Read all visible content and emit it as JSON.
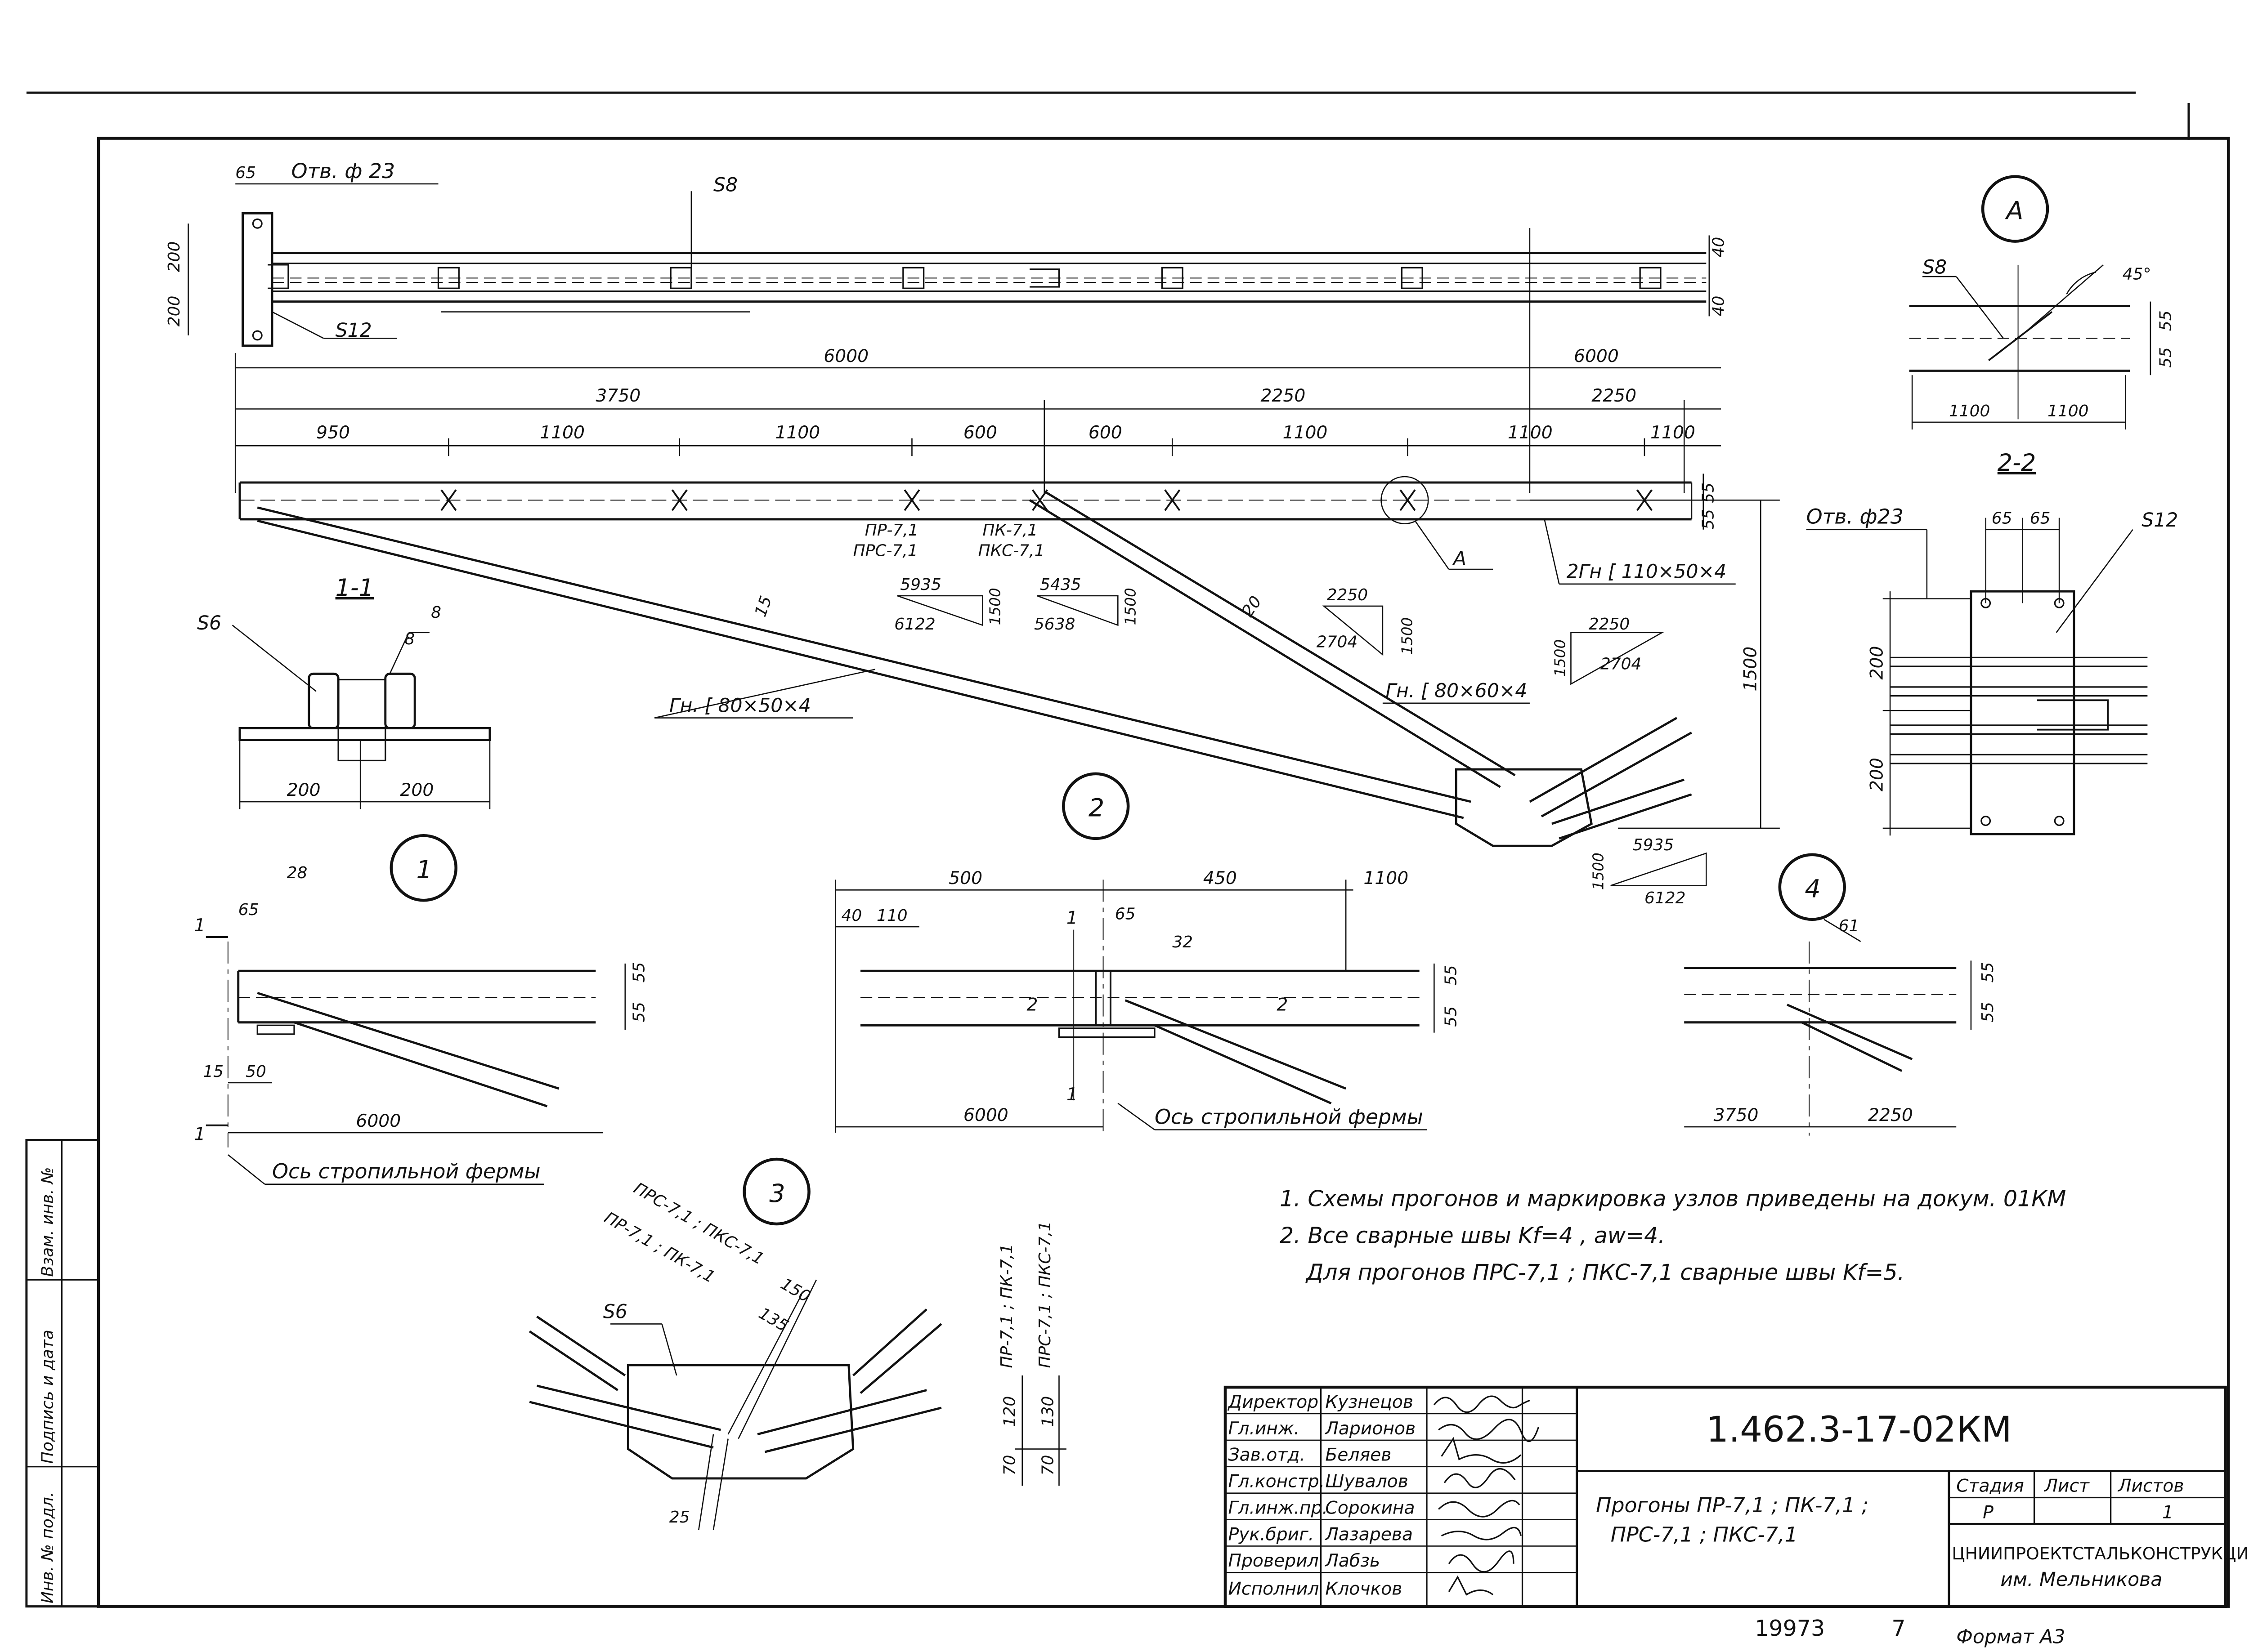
{
  "stamp": {
    "code": "1.462.3-17-02КМ",
    "title_line1": "Прогоны ПР-7,1 ; ПК-7,1 ;",
    "title_line2": "ПРС-7,1 ; ПКС-7,1",
    "stage_label": "Стадия",
    "stage_value": "Р",
    "sheet_label": "Лист",
    "sheet_value": "",
    "sheets_label": "Листов",
    "sheets_value": "1",
    "org_line1": "ЦНИИПРОЕКТСТАЛЬКОНСТРУКЦИЯ",
    "org_line2": "им. Мельникова",
    "roles": [
      {
        "role": "Директор",
        "name": "Кузнецов"
      },
      {
        "role": "Гл.инж.",
        "name": "Ларионов"
      },
      {
        "role": "Зав.отд.",
        "name": "Беляев"
      },
      {
        "role": "Гл.констр.",
        "name": "Шувалов"
      },
      {
        "role": "Гл.инж.пр.",
        "name": "Сорокина"
      },
      {
        "role": "Рук.бриг.",
        "name": "Лазарева"
      },
      {
        "role": "Проверил",
        "name": "Лабзь"
      },
      {
        "role": "Исполнил",
        "name": "Клочков"
      }
    ],
    "inventory": "19973",
    "page_num": "7",
    "format": "Формат А3"
  },
  "side_stamp": {
    "inv_podl": "Инв. № подл.",
    "sign_date": "Подпись и дата",
    "vzam": "Взам. инв. №"
  },
  "notes": {
    "n1": "1. Схемы прогонов и маркировка узлов приведены на докум. 01КМ",
    "n2": "2. Все сварные швы Kf=4 , aw=4.",
    "n3": "Для прогонов ПРС-7,1 ; ПКС-7,1 сварные швы Kf=5."
  },
  "top_view": {
    "label_s8": "S8",
    "label_s12": "S12",
    "label_otv": "Отв. ф 23",
    "dim_65": "65",
    "dim_200a": "200",
    "dim_200b": "200",
    "dim_40a": "40",
    "dim_40b": "40"
  },
  "dims": {
    "d6000a": "6000",
    "d6000b": "6000",
    "d3750": "3750",
    "d2250a": "2250",
    "d2250b": "2250",
    "d950": "950",
    "d1100a": "1100",
    "d1100b": "1100",
    "d600a": "600",
    "d600b": "600",
    "d1100c": "1100",
    "d1100d": "1100",
    "d1100e": "1100",
    "d55a": "55",
    "d55b": "55",
    "d1500": "1500"
  },
  "elevation": {
    "mark_pr": "ПР-7,1",
    "mark_prs": "ПРС-7,1",
    "mark_pk": "ПК-7,1",
    "mark_pks": "ПКС-7,1",
    "brace1": "Гн. [ 80×50×4",
    "brace2": "Гн. [ 80×60×4",
    "main": "2Гн [ 110×50×4",
    "bolt15": "15",
    "bolt20": "20",
    "callout_a": "А",
    "tri1_a": "5935",
    "tri1_b": "6122",
    "tri1_c": "1500",
    "tri2_a": "5435",
    "tri2_b": "5638",
    "tri2_c": "1500",
    "tri3_a": "2250",
    "tri3_b": "2704",
    "tri3_c": "1500",
    "tri4_a": "2250",
    "tri4_b": "2704",
    "tri4_c": "1500",
    "tri5_a": "5935",
    "tri5_b": "6122",
    "tri5_c": "1500"
  },
  "section_1_1": {
    "title": "1-1",
    "s6": "S6",
    "dim8a": "8",
    "dim8b": "8",
    "w200a": "200",
    "w200b": "200"
  },
  "detail_a": {
    "title": "А",
    "s8": "S8",
    "angle": "45°",
    "d55a": "55",
    "d55b": "55",
    "d1100a": "1100",
    "d1100b": "1100"
  },
  "section_2_2": {
    "title": "2-2",
    "otv": "Отв. ф23",
    "s12": "S12",
    "d65a": "65",
    "d65b": "65",
    "d200a": "200",
    "d200b": "200"
  },
  "node1": {
    "title": "1",
    "d65": "65",
    "d28": "28",
    "d15": "15",
    "d50": "50",
    "d55a": "55",
    "d55b": "55",
    "d6000": "6000",
    "cut1": "1",
    "cut2": "1",
    "axis": "Ось стропильной фермы"
  },
  "node2": {
    "title": "2",
    "d500": "500",
    "d450": "450",
    "d1100": "1100",
    "d40": "40",
    "d110": "110",
    "d65": "65",
    "d32": "32",
    "d55a": "55",
    "d55b": "55",
    "d6000": "6000",
    "cut1": "1",
    "cut2": "1",
    "cut3": "2",
    "cut4": "2",
    "axis": "Ось стропильной фермы"
  },
  "node3": {
    "title": "3",
    "s6": "S6",
    "m1": "ПРС-7,1 ; ПКС-7,1",
    "m2": "ПР-7,1 ; ПК-7,1",
    "m3": "ПР-7,1 ; ПК-7,1",
    "m4": "ПРС-7,1 ; ПКС-7,1",
    "d150": "150",
    "d135": "135",
    "d25": "25",
    "d120": "120",
    "d130": "130",
    "d70a": "70",
    "d70b": "70"
  },
  "node4": {
    "title": "4",
    "d61": "61",
    "d55a": "55",
    "d55b": "55",
    "d3750": "3750",
    "d2250": "2250"
  }
}
